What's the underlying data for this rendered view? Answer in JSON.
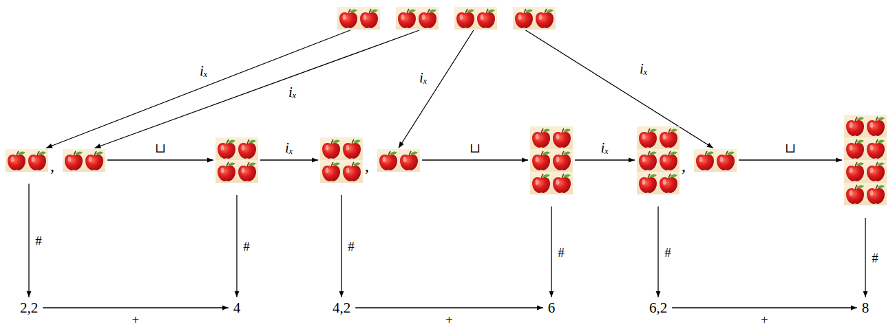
{
  "diagram": {
    "nodes": [
      {
        "text": []
      },
      {
        "text": []
      },
      {
        "text": []
      },
      {
        "text": []
      },
      {
        "text": [
          ","
        ]
      },
      {
        "text": [],
        "in": 4
      },
      {
        "text": [],
        "in": 4
      },
      {
        "text": []
      },
      {
        "text": [
          ","
        ]
      },
      {
        "text": [],
        "in": 8
      },
      {
        "text": [],
        "in": 8
      },
      {
        "text": []
      },
      {
        "text": [
          ","
        ]
      },
      {
        "text": [],
        "in": 12
      },
      {
        "text": [],
        "in": 12
      },
      {
        "text": []
      },
      {
        "text": [
          "2,2"
        ]
      },
      {
        "text": [
          "4"
        ]
      },
      {
        "text": [
          "4,2"
        ]
      },
      {
        "text": [
          "6"
        ]
      },
      {
        "text": [
          "6,2"
        ]
      },
      {
        "text": [
          "8"
        ]
      }
    ],
    "edges": [
      {
        "from": 0,
        "to": 5,
        "label": "iₓ",
        "arrow": "to"
      },
      {
        "from": 1,
        "to": 6,
        "label": "iₓ",
        "arrow": "to"
      },
      {
        "from": 2,
        "to": 10,
        "label": "iₓ",
        "arrow": "to"
      },
      {
        "from": 3,
        "to": 14,
        "label": "iₓ",
        "arrow": "to"
      },
      {
        "from": 4,
        "to": 7,
        "label": "⊔",
        "arrow": "to"
      },
      {
        "from": 7,
        "to": 9,
        "label": "iₓ",
        "arrow": "to"
      },
      {
        "from": 8,
        "to": 11,
        "label": "⊔",
        "arrow": "to"
      },
      {
        "from": 11,
        "to": 13,
        "label": "iₓ",
        "arrow": "to"
      },
      {
        "from": 12,
        "to": 15,
        "label": "⊔",
        "arrow": "to"
      },
      {
        "from": 4,
        "to": 16,
        "label": "#",
        "arrow": "to"
      },
      {
        "from": 7,
        "to": 17,
        "label": "#",
        "arrow": "to"
      },
      {
        "from": 8,
        "to": 18,
        "label": "#",
        "arrow": "to"
      },
      {
        "from": 11,
        "to": 19,
        "label": "#",
        "arrow": "to"
      },
      {
        "from": 12,
        "to": 20,
        "label": "#",
        "arrow": "to"
      },
      {
        "from": 15,
        "to": 21,
        "label": "#",
        "arrow": "to"
      },
      {
        "from": 16,
        "to": 17,
        "label": "+",
        "arrow": "to"
      },
      {
        "from": 18,
        "to": 19,
        "label": "+",
        "arrow": "to"
      },
      {
        "from": 20,
        "to": 21,
        "label": "+",
        "arrow": "to"
      }
    ]
  }
}
